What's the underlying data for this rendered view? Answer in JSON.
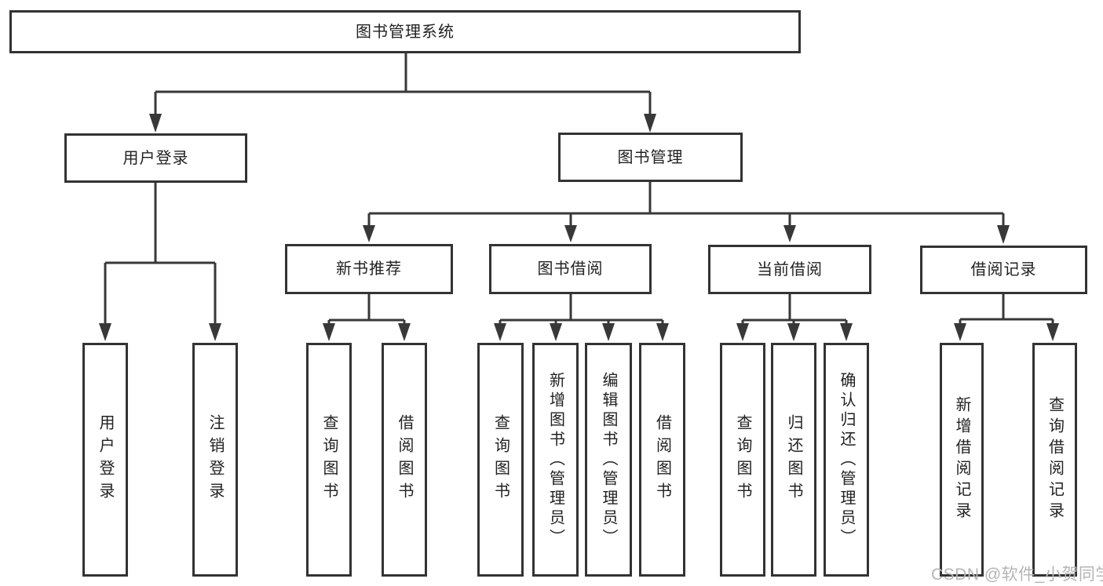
{
  "nodes": {
    "root": "图书管理系统",
    "user_login": "用户登录",
    "book_mgmt": "图书管理",
    "new_book_rec": "新书推荐",
    "book_borrow": "图书借阅",
    "current_borrow": "当前借阅",
    "borrow_record": "借阅记录",
    "leaf_user_login": "用户登录",
    "leaf_logout": "注销登录",
    "leaf_nbr_query": "查询图书",
    "leaf_nbr_borrow": "借阅图书",
    "leaf_bb_query": "查询图书",
    "leaf_bb_add": "新增图书（管理员）",
    "leaf_bb_edit": "编辑图书（管理员）",
    "leaf_bb_borrow": "借阅图书",
    "leaf_cb_query": "查询图书",
    "leaf_cb_return": "归还图书",
    "leaf_cb_confirm": "确认归还（管理员）",
    "leaf_br_add": "新增借阅记录",
    "leaf_br_query": "查询借阅记录"
  },
  "watermark": {
    "text": "CSDN @软件_小贺同学"
  },
  "colors": {
    "line": "#383838",
    "box_border": "#333333",
    "box_fill": "#ffffff",
    "text": "#222222",
    "background": "#ffffff",
    "watermark": "#b5b5b5"
  }
}
